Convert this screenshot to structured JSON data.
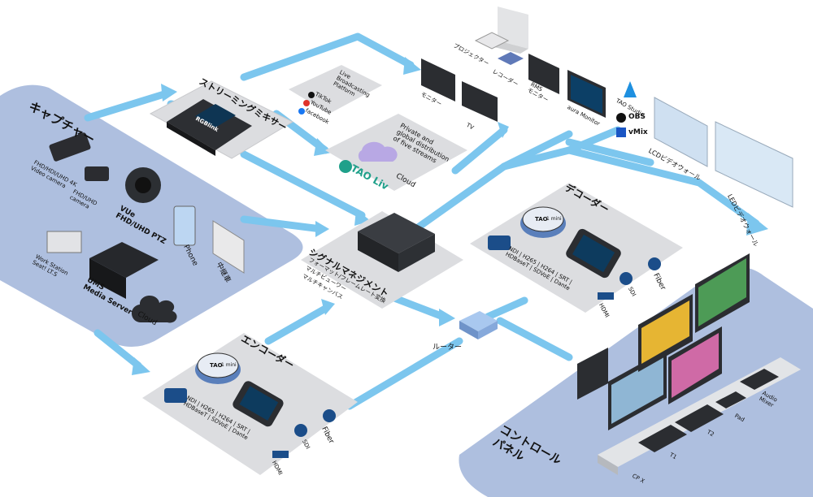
{
  "capture": {
    "title": "キャプチャー",
    "cam1": "FHD/HDI/UHD 4K\nVideo camera",
    "cam2": "FHD/UHD\ncamera",
    "vue": "VUe\nFHD/UHD PTZ",
    "phone": "Phone",
    "news": "中継車",
    "workstation": "Work Station\nSeat! LT.S",
    "ums": "UMS\nMedia Server",
    "cloud": "Cloud"
  },
  "mixer": {
    "title": "ストリーミングミキサー"
  },
  "platform": {
    "header": "Live\nBroadcasting\nPlatform",
    "items": [
      "TikTok",
      "YouTube",
      "facebook"
    ]
  },
  "taoliv": {
    "note": "Private and\nglobal distribution\nof five streams",
    "logo": "TAO Liv",
    "cloud": "Cloud"
  },
  "signal": {
    "title": "シグナルマネジメント",
    "sub1": "フォーマット/フレームレート変換",
    "sub2": "マルチビューワー",
    "sub3": "マルチキャンバス"
  },
  "router": "ルーター",
  "encoder": {
    "title": "エンコーダー",
    "specs": "NDI | H265 | H264 | SRT |\nHDBaseT | SDVoE | Dante",
    "fiber": "Fiber",
    "sdi": "SDI",
    "hdmi": "HDMI"
  },
  "decoder": {
    "title": "デコーダー",
    "specs": "NDI | H265 | H264 | SRT |\nHDBaseT | SDVoE | Dante",
    "fiber": "Fiber",
    "sdi": "SDI",
    "hdmi": "HDMI"
  },
  "outputs": {
    "projector": "プロジェクター",
    "recorder": "レコーダー",
    "rms": "RMS\nモニター",
    "monitor": "モニター",
    "tv": "TV",
    "aura": "aura Monitor",
    "taostudio": "TAO Studio",
    "obs": "OBS",
    "vmix": "vMix",
    "lcd": "LCDビデオウォール",
    "led": "LEDビデオウォール"
  },
  "control": {
    "title": "コントロール\nパネル",
    "cpx": "CP X",
    "t1": "T1",
    "t2": "T2",
    "pad": "Pad",
    "audio": "Audio\nMixer"
  },
  "brand": {
    "rgblink": "RGBlink",
    "tao": "TAO",
    "mini": "1 mini"
  },
  "colors": {
    "panel": "#dcdde0",
    "capture_bg": "#aebfdf",
    "control_bg": "#aebfdf",
    "arrow": "#7cc6ee",
    "dark": "#25272b"
  }
}
